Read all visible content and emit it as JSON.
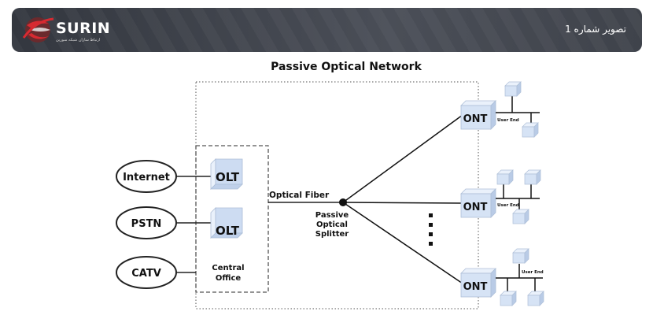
{
  "header": {
    "brand": "SURIN",
    "brand_subtitle": "ارتباط سازان شبکه سورین",
    "title": "تصویر شماره 1"
  },
  "diagram": {
    "title": "Passive Optical Network",
    "sources": [
      "Internet",
      "PSTN",
      "CATV"
    ],
    "olt_label": "OLT",
    "central_office": [
      "Central",
      "Office"
    ],
    "fiber_label": "Optical Fiber",
    "splitter": [
      "Passive",
      "Optical",
      "Splitter"
    ],
    "ont_label": "ONT",
    "user_end_label": "User End"
  },
  "colors": {
    "header_bg": "#3f434b",
    "cube_face": "#d6e3f5",
    "cube_top": "#e8f0fa",
    "cube_side": "#b9cbe6",
    "logo_red": "#c8242b"
  }
}
